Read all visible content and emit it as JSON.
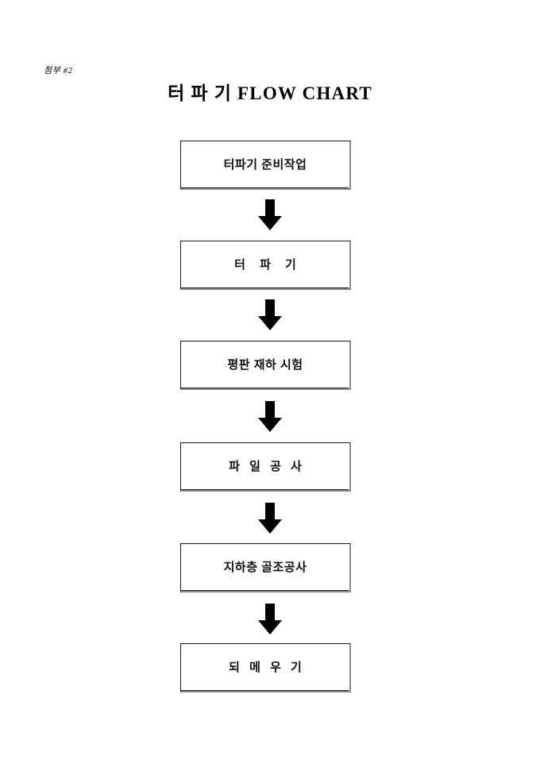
{
  "document": {
    "attachment_tag": "첨부 #2",
    "title": "터 파 기 FLOW CHART",
    "background_color": "#ffffff",
    "text_color": "#000000",
    "box_border_color": "#1a1a1a",
    "box_shadow_color": "#8a8a8a",
    "arrow_color": "#000000"
  },
  "chart_data": {
    "type": "diagram",
    "diagram_kind": "flowchart",
    "title": "터 파 기 FLOW CHART",
    "orientation": "vertical-top-to-bottom",
    "connector": "solid-block-arrow-down",
    "nodes": [
      {
        "id": "n1",
        "label": "터파기 준비작업",
        "shape": "rectangle",
        "order": 1
      },
      {
        "id": "n2",
        "label": "터 파 기",
        "shape": "rectangle",
        "order": 2
      },
      {
        "id": "n3",
        "label": "평판 재하 시험",
        "shape": "rectangle",
        "order": 3
      },
      {
        "id": "n4",
        "label": "파 일 공 사",
        "shape": "rectangle",
        "order": 4
      },
      {
        "id": "n5",
        "label": "지하층 골조공사",
        "shape": "rectangle",
        "order": 5
      },
      {
        "id": "n6",
        "label": "되 메 우 기",
        "shape": "rectangle",
        "order": 6
      }
    ],
    "edges": [
      {
        "from": "n1",
        "to": "n2",
        "label": ""
      },
      {
        "from": "n2",
        "to": "n3",
        "label": ""
      },
      {
        "from": "n3",
        "to": "n4",
        "label": ""
      },
      {
        "from": "n4",
        "to": "n5",
        "label": ""
      },
      {
        "from": "n5",
        "to": "n6",
        "label": ""
      }
    ]
  },
  "icons": {
    "arrow_down": "arrow-down-icon"
  }
}
